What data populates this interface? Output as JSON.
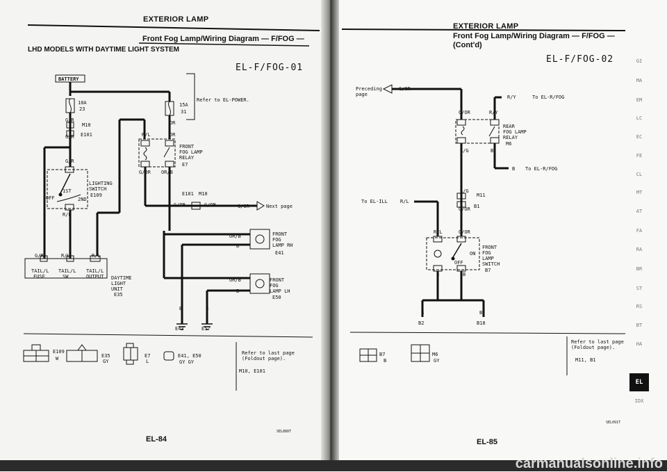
{
  "left": {
    "header": "EXTERIOR LAMP",
    "subtitle": "Front Fog Lamp/Wiring Diagram — F/FOG —",
    "model_note": "LHD MODELS WITH DAYTIME LIGHT SYSTEM",
    "diagram_code": "EL-F/FOG-01",
    "battery_label": "BATTERY",
    "fuse_10a": "10A",
    "fuse_10a_no": "23",
    "fuse_15a": "15A",
    "fuse_15a_no": "31",
    "refer_power": "Refer to EL-POWER.",
    "wire_gr_1": "G/R",
    "conn_m10": "M10",
    "wire_gr_2": "G/R",
    "conn_e101": "E101",
    "wire_gr_3": "G/R",
    "lighting_switch": [
      "LIGHTING",
      "SWITCH"
    ],
    "conn_e109": "E109",
    "sw_1st": "1ST",
    "sw_off": "OFF",
    "sw_2nd": "2ND",
    "wire_rl_1": "R/L",
    "wire_gr_4": "G/R",
    "wire_rl_2": "R/L",
    "wire_rl_3": "R/L",
    "tail_fuse": [
      "TAIL/L",
      "FUSE"
    ],
    "tail_sw": [
      "TAIL/L",
      "SW"
    ],
    "tail_output": [
      "TAIL/L",
      "OUTPUT"
    ],
    "daytime_unit": [
      "DAYTIME",
      "LIGHT",
      "UNIT"
    ],
    "conn_e35": "E35",
    "wire_or_1": "OR",
    "wire_or_2": "OR",
    "wire_rl_4": "R/L",
    "front_relay": [
      "FRONT",
      "FOG LAMP",
      "RELAY"
    ],
    "conn_e7": "E7",
    "wire_gor_1": "G/OR",
    "wire_orb_1": "OR/B",
    "conn_e101_b": "E101",
    "conn_m10_b": "M10",
    "wire_gor_2": "G/OR",
    "wire_gor_3": "G/OR",
    "wire_gor_4": "G/OR",
    "next_page": "Next page",
    "wire_orb_2": "OR/B",
    "wire_b_1": "B",
    "lamp_rh": [
      "FRONT",
      "FOG",
      "LAMP RH"
    ],
    "conn_e41": "E41",
    "wire_orb_3": "OR/B",
    "wire_b_2": "B",
    "lamp_lh": [
      "FRONT",
      "FOG",
      "LAMP LH"
    ],
    "conn_e50": "E50",
    "wire_b_3": "B",
    "wire_b_4": "B",
    "ground_e43": "E43",
    "ground_e57": "E57",
    "refer_last": [
      "Refer to last page",
      "(Foldout page)."
    ],
    "refer_conns": "M10, E101",
    "conn_views": [
      "E109",
      "W",
      "E35",
      "GY",
      "E7",
      "L",
      "E41, E50",
      "GY  GY"
    ],
    "page_no": "EL-84",
    "ref_code": "SEL880T"
  },
  "right": {
    "header": "EXTERIOR LAMP",
    "subtitle": [
      "Front Fog Lamp/Wiring Diagram — F/FOG —",
      "(Cont'd)"
    ],
    "diagram_code": "EL-F/FOG-02",
    "preceding": [
      "Preceding",
      "page"
    ],
    "wire_gor_1": "G/OR",
    "wire_ry_1": "R/Y",
    "to_el_rfog_1": "To EL-R/FOG",
    "wire_gor_2": "G/OR",
    "wire_ry_2": "R/Y",
    "rear_relay": [
      "REAR",
      "FOG LAMP",
      "RELAY"
    ],
    "conn_m6": "M6",
    "wire_rg_1": "R/G",
    "wire_b_1": "B",
    "wire_b_2": "B",
    "to_el_rfog_2": "To EL-R/FOG",
    "wire_rg_2": "R/G",
    "conn_m11": "M11",
    "wire_gor_3": "G/OR",
    "conn_b1": "B1",
    "to_el_ill": "To EL-ILL",
    "wire_rl": "R/L",
    "wire_rl_2": "R/L",
    "wire_gor_4": "G/OR",
    "fog_switch": [
      "FRONT",
      "FOG",
      "LAMP",
      "SWITCH"
    ],
    "sw_on": "ON",
    "sw_off": "OFF",
    "conn_b7": "B7",
    "wire_b_3": "B",
    "wire_b_4": "B",
    "wire_b_5": "B",
    "wire_b_6": "B",
    "ground_b2": "B2",
    "ground_b18": "B18",
    "refer_last": [
      "Refer to last page",
      "(Foldout page)."
    ],
    "refer_conns": "M11, B1",
    "conn_views": [
      "B7",
      "B",
      "M6",
      "GY"
    ],
    "page_no": "EL-85",
    "ref_code": "SEL091T"
  },
  "side_tabs": [
    "GI",
    "MA",
    "EM",
    "LC",
    "EC",
    "FE",
    "CL",
    "MT",
    "AT",
    "FA",
    "RA",
    "BR",
    "ST",
    "RS",
    "BT",
    "HA",
    "EL",
    "IDX"
  ],
  "watermark": "carmanualsonline.info"
}
